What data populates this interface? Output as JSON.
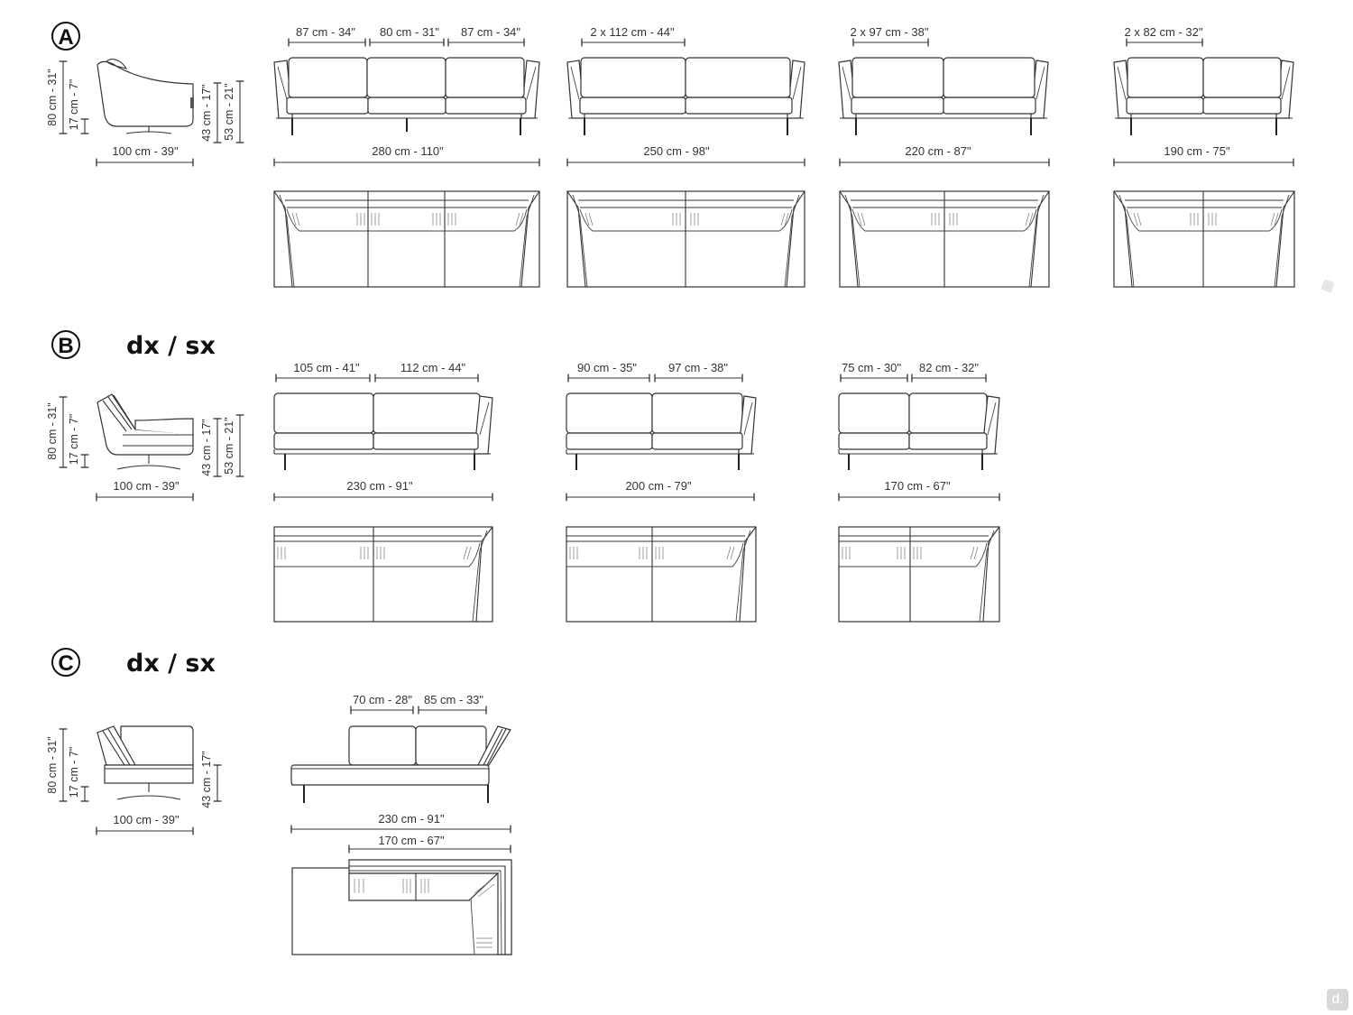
{
  "sections": {
    "A": {
      "letter": "A",
      "chair": {
        "height": "80 cm - 31\"",
        "leg": "17 cm - 7\"",
        "seat": "43 cm - 17\"",
        "arm": "53 cm - 21\"",
        "depth": "100 cm - 39\""
      },
      "sofa280": {
        "top": [
          "87 cm - 34\"",
          "80 cm - 31\"",
          "87 cm - 34\""
        ],
        "width": "280 cm - 110\""
      },
      "sofa250": {
        "top": "2 x 112 cm - 44\"",
        "width": "250 cm - 98\""
      },
      "sofa220": {
        "top": "2 x 97 cm - 38\"",
        "width": "220 cm - 87\""
      },
      "sofa190": {
        "top": "2 x 82 cm - 32\"",
        "width": "190 cm - 75\""
      }
    },
    "B": {
      "letter": "B",
      "variant": "dx / sx",
      "chair": {
        "height": "80 cm - 31\"",
        "leg": "17 cm - 7\"",
        "seat": "43 cm - 17\"",
        "arm": "53 cm - 21\"",
        "depth": "100 cm - 39\""
      },
      "sofa230": {
        "top": [
          "105 cm - 41\"",
          "112 cm - 44\""
        ],
        "width": "230 cm - 91\""
      },
      "sofa200": {
        "top": [
          "90 cm - 35\"",
          "97 cm - 38\""
        ],
        "width": "200 cm - 79\""
      },
      "sofa170": {
        "top": [
          "75 cm - 30\"",
          "82 cm - 32\""
        ],
        "width": "170 cm - 67\""
      }
    },
    "C": {
      "letter": "C",
      "variant": "dx / sx",
      "chair": {
        "height": "80 cm - 31\"",
        "leg": "17 cm - 7\"",
        "seat": "43 cm - 17\"",
        "depth": "100 cm - 39\""
      },
      "chaise": {
        "top": [
          "70 cm - 28\"",
          "85 cm - 33\""
        ],
        "width": "230 cm - 91\"",
        "inner": "170 cm - 67\""
      }
    }
  },
  "logo": "d."
}
